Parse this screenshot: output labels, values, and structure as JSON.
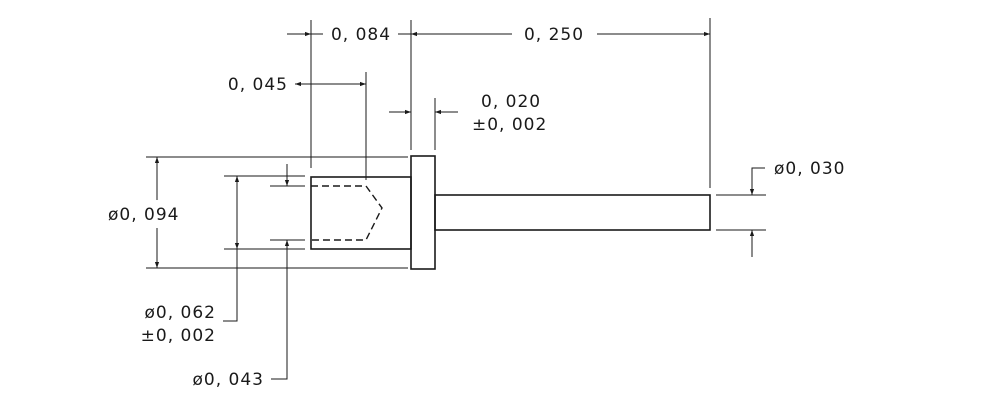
{
  "dimensions": {
    "width_084": "0, 084",
    "width_250": "0, 250",
    "width_045": "0, 045",
    "head_020": "0, 020",
    "head_020_tol": "±0, 002",
    "dia_030": "ø0, 030",
    "dia_094": "ø0, 094",
    "dia_062": "ø0, 062",
    "dia_062_tol": "±0, 002",
    "dia_043": "ø0, 043"
  }
}
